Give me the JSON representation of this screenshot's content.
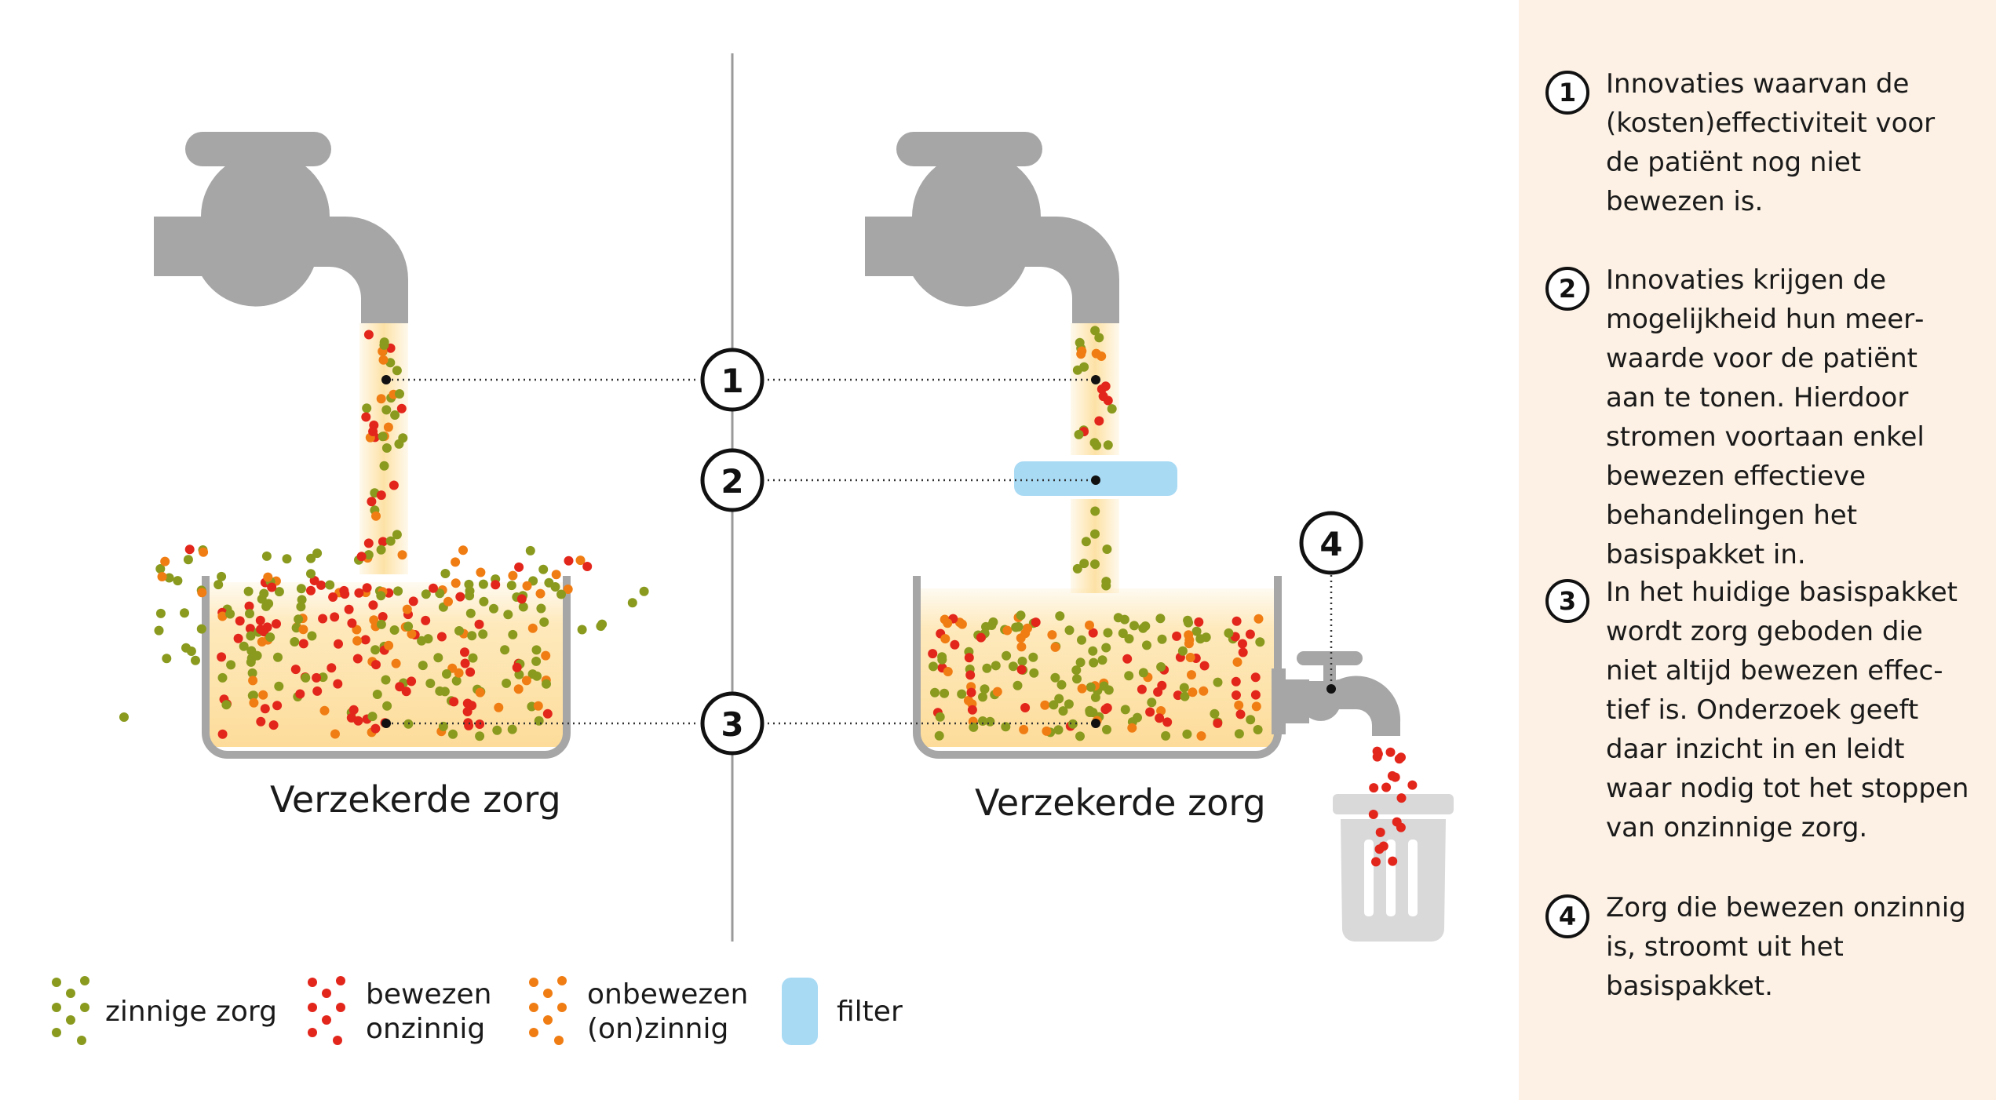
{
  "colors": {
    "sensible_care": "#8a9a1e",
    "proven_unnecessary": "#e3261c",
    "unproven": "#f07d14",
    "filter": "#a8daf4",
    "tap": "#a6a6a6",
    "bin": "#d9d9d9",
    "water": "#fde2a6",
    "panel": "#fcf1e4"
  },
  "pots": [
    {
      "label": "Verzekerde zorg"
    },
    {
      "label": "Verzekerde zorg"
    }
  ],
  "callouts": [
    "1",
    "2",
    "3",
    "4"
  ],
  "legend": [
    {
      "icon": "green-dots-icon",
      "label": "zinnige zorg"
    },
    {
      "icon": "red-dots-icon",
      "label": "bewezen\nonzinnig"
    },
    {
      "icon": "orange-dots-icon",
      "label": "onbewezen\n(on)zinnig"
    },
    {
      "icon": "filter-icon",
      "label": "filter"
    }
  ],
  "notes": [
    {
      "number": "1",
      "text": "Innovaties waarvan de (kosten)effectiviteit voor de patiënt nog niet bewezen is."
    },
    {
      "number": "2",
      "text": "Innovaties krijgen de mogelijkheid hun meer­waarde voor de patiënt aan te tonen. Hierdoor stromen voortaan enkel bewezen effectieve behandelingen het basispakket in."
    },
    {
      "number": "3",
      "text": "In het huidige basispakket wordt zorg geboden die niet altijd bewezen effec­tief is. Onderzoek geeft daar inzicht in en leidt waar nodig tot het stoppen van onzinnige zorg."
    },
    {
      "number": "4",
      "text": "Zorg die bewezen onzinnig is, stroomt uit het basispakket."
    }
  ]
}
